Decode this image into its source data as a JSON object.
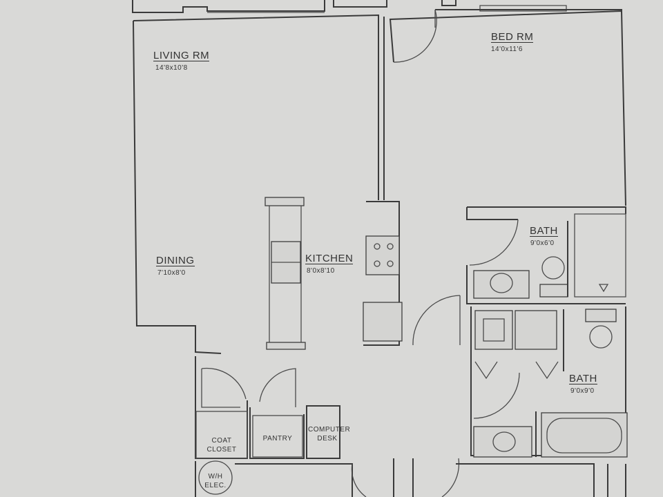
{
  "rooms": {
    "living": {
      "name": "LIVING RM",
      "dims": "14'8x10'8"
    },
    "bed": {
      "name": "BED RM",
      "dims": "14'0x11'6"
    },
    "dining": {
      "name": "DINING",
      "dims": "7'10x8'0"
    },
    "kitchen": {
      "name": "KITCHEN",
      "dims": "8'0x8'10"
    },
    "bath1": {
      "name": "BATH",
      "dims": "9'0x6'0"
    },
    "bath2": {
      "name": "BATH",
      "dims": "9'0x9'0"
    }
  },
  "closets": {
    "coat": {
      "line1": "COAT",
      "line2": "CLOSET"
    },
    "pantry": {
      "line1": "PANTRY"
    },
    "desk": {
      "line1": "COMPUTER",
      "line2": "DESK"
    },
    "wh": {
      "line1": "W/H",
      "line2": "ELEC."
    }
  }
}
